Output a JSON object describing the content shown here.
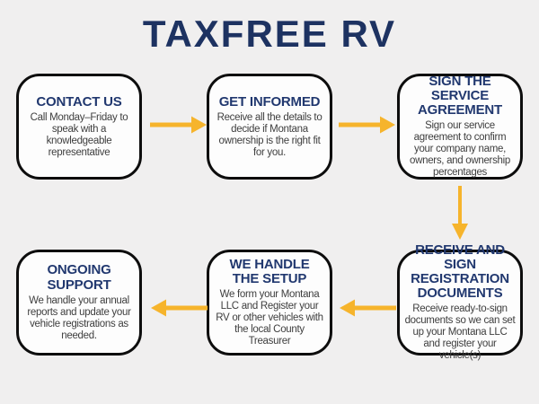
{
  "title": "TAXFREE RV",
  "colors": {
    "background": "#f0efef",
    "box_fill": "#fdfdfd",
    "box_border": "#0d0d0d",
    "title_navy": "#1d3261",
    "heading_navy": "#21386f",
    "body_text": "#3e3e3e",
    "accent_arrow": "#f6b42c"
  },
  "steps": [
    {
      "title": "CONTACT US",
      "body": "Call Monday–Friday to speak with a knowledgeable representative"
    },
    {
      "title": "GET INFORMED",
      "body": "Receive all the details to decide if Montana ownership is the right fit for you."
    },
    {
      "title": "SIGN THE SERVICE AGREEMENT",
      "body": "Sign our service agreement to confirm your company name, owners, and ownership percentages"
    },
    {
      "title": "RECEIVE AND SIGN REGISTRATION DOCUMENTS",
      "body": "Receive ready-to-sign documents so we can set up your Montana LLC and register your vehicle(s)"
    },
    {
      "title": "WE HANDLE THE SETUP",
      "body": "We form your Montana LLC and Register your RV or other vehicles with the local County Treasurer"
    },
    {
      "title": "ONGOING SUPPORT",
      "body": "We handle your annual reports and update your vehicle registrations as needed."
    }
  ],
  "connectors": [
    {
      "icon": "arrow-right-icon"
    },
    {
      "icon": "arrow-right-icon"
    },
    {
      "icon": "arrow-down-icon"
    },
    {
      "icon": "arrow-left-icon"
    },
    {
      "icon": "arrow-left-icon"
    }
  ]
}
